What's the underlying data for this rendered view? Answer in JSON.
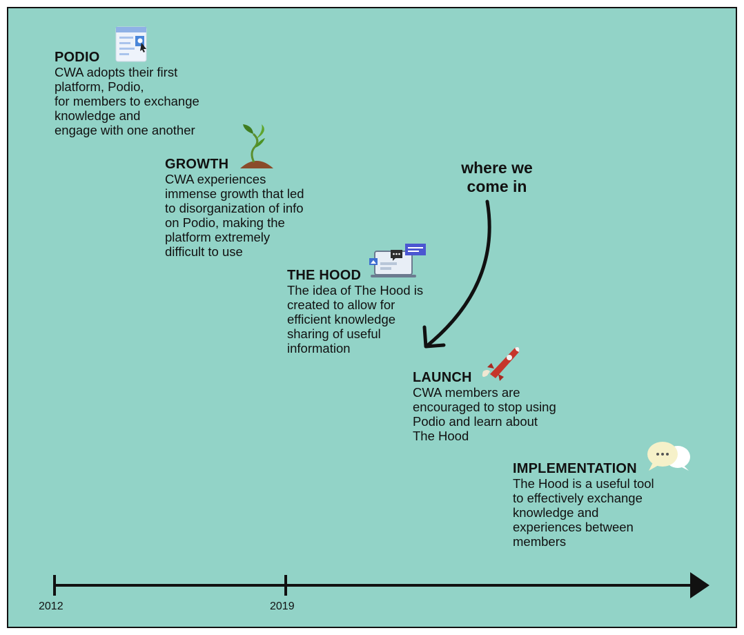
{
  "timeline": {
    "events": [
      {
        "title": "PODIO",
        "desc": "CWA adopts their first\nplatform, Podio,\nfor members to exchange\nknowledge and\nengage with one another",
        "icon": "browser-window-icon"
      },
      {
        "title": "GROWTH",
        "desc": "CWA experiences\nimmense growth that led\nto disorganization of info\non Podio, making the\nplatform extremely\ndifficult to use",
        "icon": "sprout-icon"
      },
      {
        "title": "THE HOOD",
        "desc": "The idea of The Hood is\ncreated to allow for\nefficient knowledge\nsharing of useful\ninformation",
        "icon": "laptop-chat-icon"
      },
      {
        "title": "LAUNCH",
        "desc": "CWA members are\nencouraged to stop using\nPodio and  learn about\nThe Hood",
        "icon": "rocket-icon"
      },
      {
        "title": "IMPLEMENTATION",
        "desc": "The Hood is a useful tool\nto effectively exchange\nknowledge and\nexperiences between\nmembers",
        "icon": "chat-bubbles-icon"
      }
    ],
    "callout": {
      "line1": "where we",
      "line2": "come in"
    },
    "axis": {
      "ticks": [
        "2012",
        "2019"
      ]
    }
  },
  "colors": {
    "background": "#92d3c7",
    "text": "#111111"
  }
}
